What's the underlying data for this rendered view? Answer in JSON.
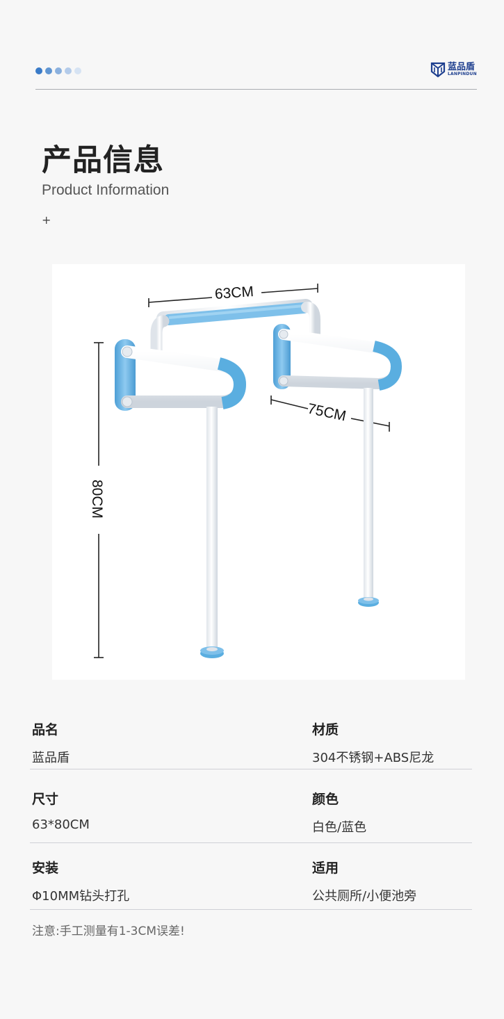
{
  "header": {
    "dots": [
      "#3a7bc8",
      "#5f95d2",
      "#8ab0de",
      "#b3cbea",
      "#d6e3f3"
    ],
    "logo": {
      "name_cn": "蓝品盾",
      "name_en": "LANPINDUN",
      "icon": "shield-logo-icon",
      "color": "#1e3f8f"
    }
  },
  "section": {
    "title_cn": "产品信息",
    "title_en": "Product Information",
    "plus_mark": "+"
  },
  "product_image": {
    "description": "White and blue grab bar with floor supports",
    "dimensions": {
      "width_top": "63CM",
      "depth": "75CM",
      "height": "80CM"
    },
    "colors": {
      "tube": "#f1f4f7",
      "accent_blue": "#5aaee0"
    }
  },
  "specs": [
    {
      "label": "品名",
      "value": "蓝品盾"
    },
    {
      "label": "材质",
      "value": "304不锈钢+ABS尼龙"
    },
    {
      "label": "尺寸",
      "value": "63*80CM"
    },
    {
      "label": "颜色",
      "value": "白色/蓝色"
    },
    {
      "label": "安装",
      "value": "Φ10MM钻头打孔"
    },
    {
      "label": "适用",
      "value": "公共厕所/小便池旁"
    }
  ],
  "note": "注意:手工测量有1-3CM误差!"
}
